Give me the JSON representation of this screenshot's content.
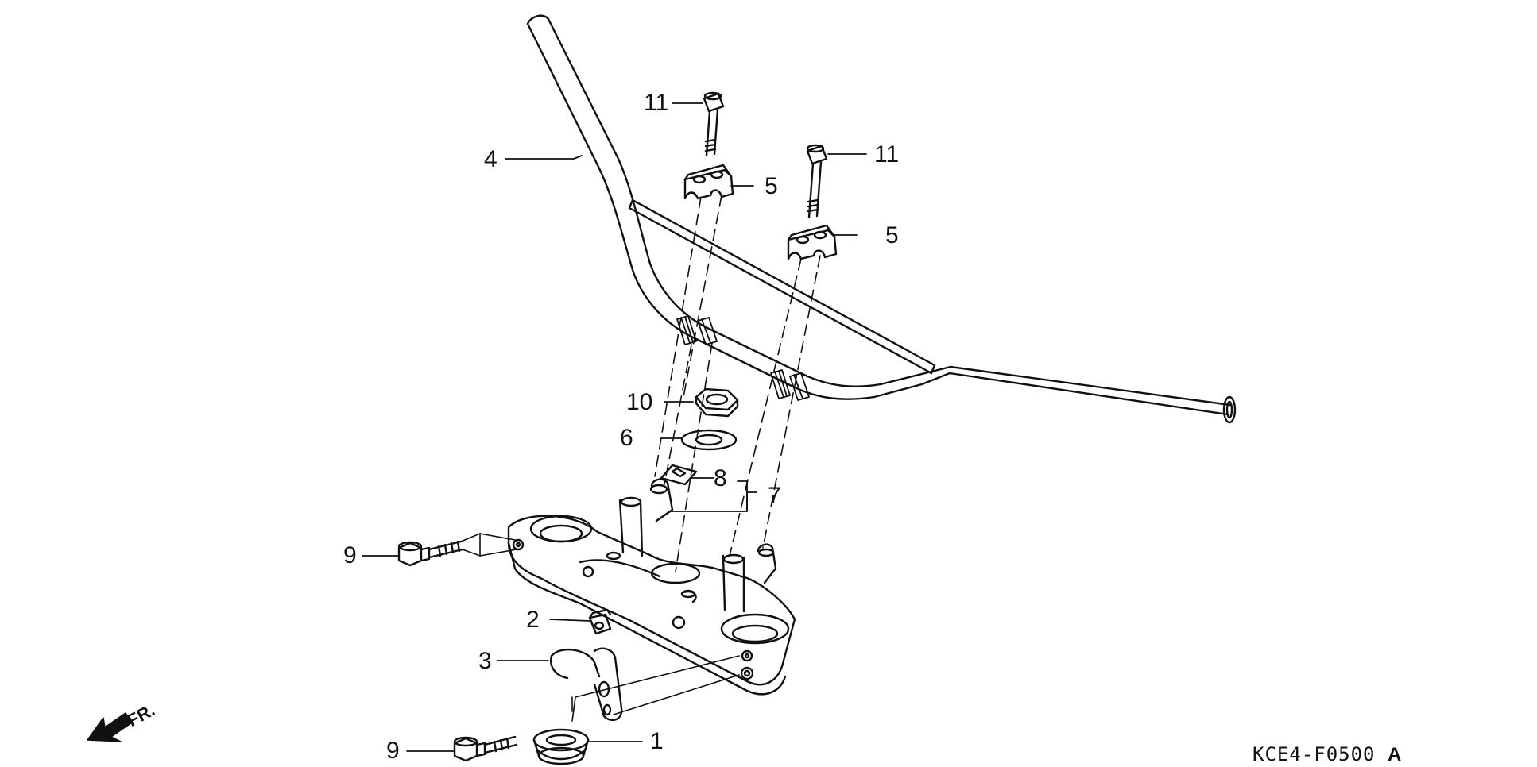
{
  "callouts": {
    "part_1": "1",
    "part_2": "2",
    "part_3": "3",
    "part_4": "4",
    "part_5a": "5",
    "part_5b": "5",
    "part_6": "6",
    "part_7": "7",
    "part_8": "8",
    "part_9a": "9",
    "part_9b": "9",
    "part_10": "10",
    "part_11a": "11",
    "part_11b": "11"
  },
  "direction_label": "FR.",
  "catalog_code": {
    "code": "KCE4-F0500",
    "suffix": "A"
  },
  "colors": {
    "line": "#111111",
    "background": "#ffffff"
  }
}
